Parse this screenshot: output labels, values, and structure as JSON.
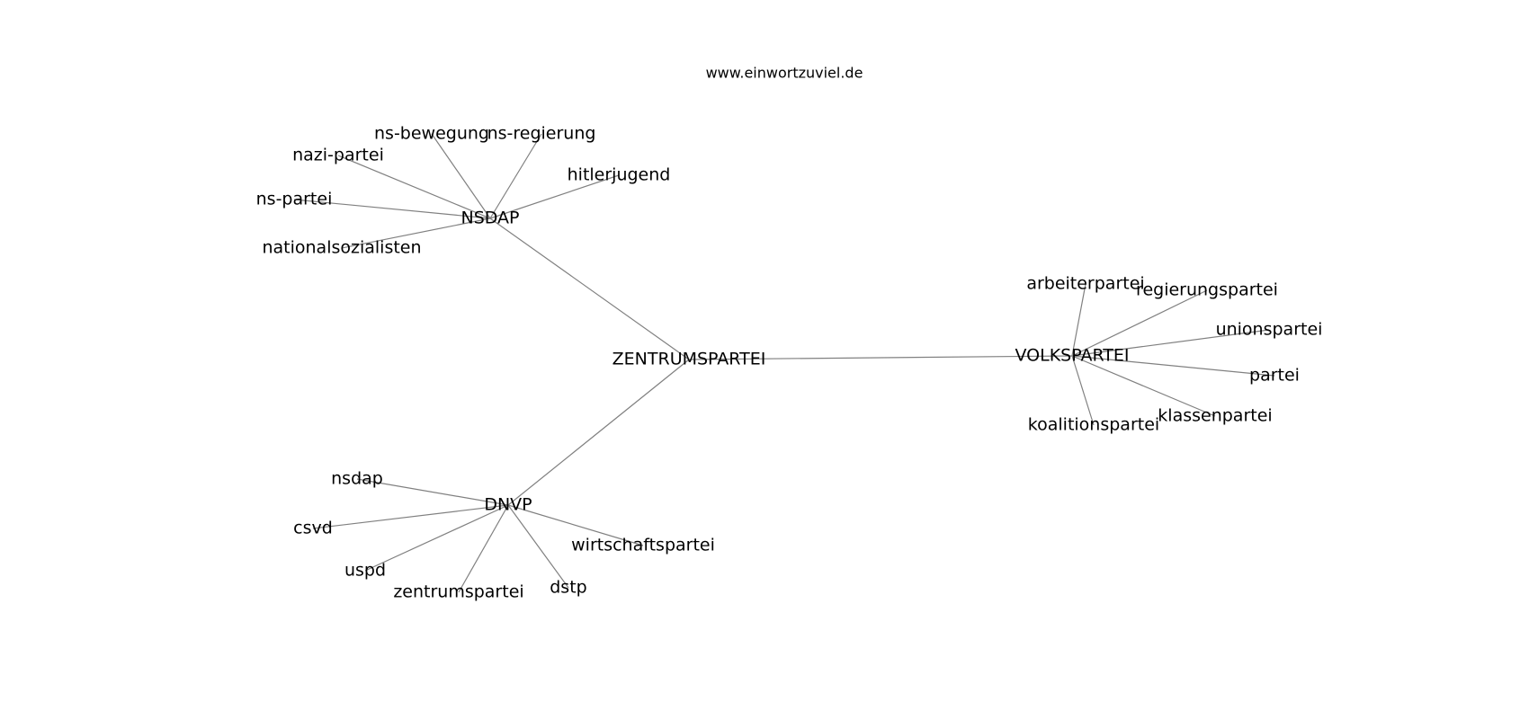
{
  "header": {
    "text": "www.einwortzuviel.de"
  },
  "diagram": {
    "nodes": [
      {
        "id": "zentrumspartei_hub",
        "label": "ZENTRUMSPARTEI"
      },
      {
        "id": "nsdap_hub",
        "label": "NSDAP"
      },
      {
        "id": "dnvp_hub",
        "label": "DNVP"
      },
      {
        "id": "volkspartei_hub",
        "label": "VOLKSPARTEI"
      },
      {
        "id": "ns-bewegung",
        "label": "ns-bewegung"
      },
      {
        "id": "ns-regierung",
        "label": "ns-regierung"
      },
      {
        "id": "nazi-partei",
        "label": "nazi-partei"
      },
      {
        "id": "hitlerjugend",
        "label": "hitlerjugend"
      },
      {
        "id": "ns-partei",
        "label": "ns-partei"
      },
      {
        "id": "nationalsozialisten",
        "label": "nationalsozialisten"
      },
      {
        "id": "arbeiterpartei",
        "label": "arbeiterpartei"
      },
      {
        "id": "regierungspartei",
        "label": "regierungspartei"
      },
      {
        "id": "unionspartei",
        "label": "unionspartei"
      },
      {
        "id": "partei",
        "label": "partei"
      },
      {
        "id": "klassenpartei",
        "label": "klassenpartei"
      },
      {
        "id": "koalitionspartei",
        "label": "koalitionspartei"
      },
      {
        "id": "nsdap",
        "label": "nsdap"
      },
      {
        "id": "csvd",
        "label": "csvd"
      },
      {
        "id": "uspd",
        "label": "uspd"
      },
      {
        "id": "zentrumspartei",
        "label": "zentrumspartei"
      },
      {
        "id": "dstp",
        "label": "dstp"
      },
      {
        "id": "wirtschaftspartei",
        "label": "wirtschaftspartei"
      }
    ],
    "edges": [
      [
        "zentrumspartei_hub",
        "nsdap_hub"
      ],
      [
        "zentrumspartei_hub",
        "dnvp_hub"
      ],
      [
        "zentrumspartei_hub",
        "volkspartei_hub"
      ],
      [
        "nsdap_hub",
        "ns-bewegung"
      ],
      [
        "nsdap_hub",
        "ns-regierung"
      ],
      [
        "nsdap_hub",
        "nazi-partei"
      ],
      [
        "nsdap_hub",
        "hitlerjugend"
      ],
      [
        "nsdap_hub",
        "ns-partei"
      ],
      [
        "nsdap_hub",
        "nationalsozialisten"
      ],
      [
        "volkspartei_hub",
        "arbeiterpartei"
      ],
      [
        "volkspartei_hub",
        "regierungspartei"
      ],
      [
        "volkspartei_hub",
        "unionspartei"
      ],
      [
        "volkspartei_hub",
        "partei"
      ],
      [
        "volkspartei_hub",
        "klassenpartei"
      ],
      [
        "volkspartei_hub",
        "koalitionspartei"
      ],
      [
        "dnvp_hub",
        "nsdap"
      ],
      [
        "dnvp_hub",
        "csvd"
      ],
      [
        "dnvp_hub",
        "uspd"
      ],
      [
        "dnvp_hub",
        "zentrumspartei"
      ],
      [
        "dnvp_hub",
        "dstp"
      ],
      [
        "dnvp_hub",
        "wirtschaftspartei"
      ]
    ],
    "edge_color": "#808080",
    "label_color": "#000000"
  }
}
